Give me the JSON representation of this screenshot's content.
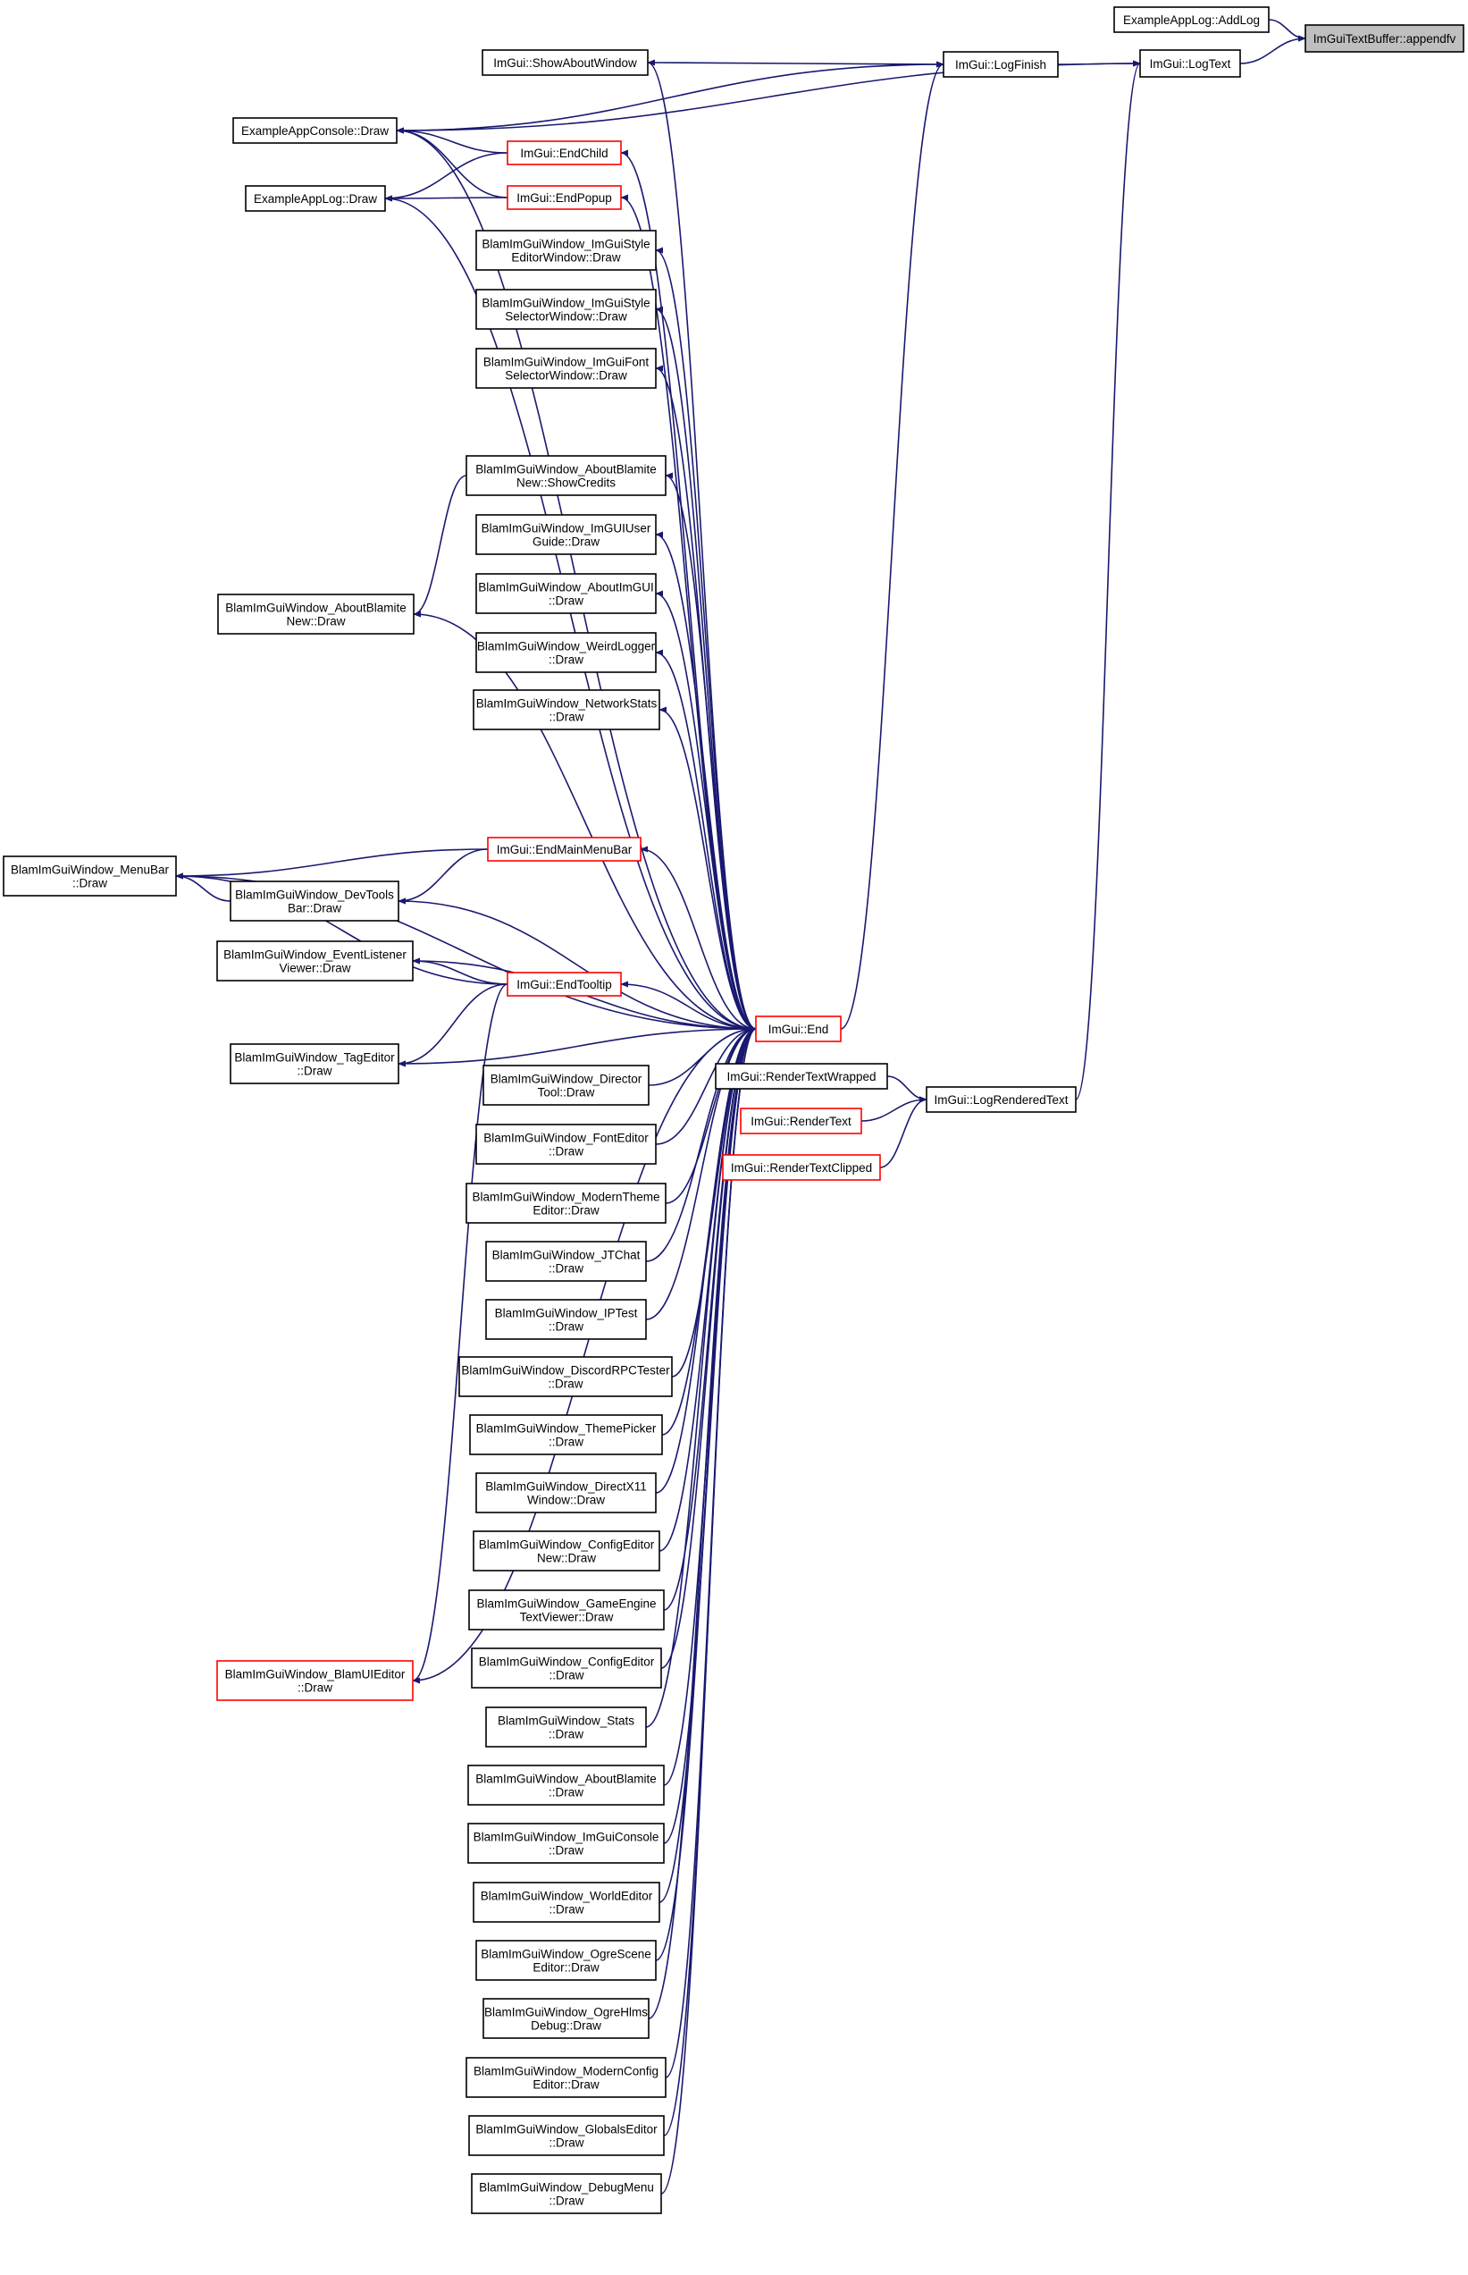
{
  "colors": {
    "edge": "#191970",
    "normal_border": "#000000",
    "truncated_border": "#ff0000",
    "focus_fill": "#bfbfbf",
    "fill": "#ffffff"
  },
  "nodes": [
    {
      "id": "appendfv",
      "lines": [
        "ImGuiTextBuffer::appendfv"
      ],
      "kind": "focus"
    },
    {
      "id": "addlog",
      "lines": [
        "ExampleAppLog::AddLog"
      ],
      "kind": "normal"
    },
    {
      "id": "logtext",
      "lines": [
        "ImGui::LogText"
      ],
      "kind": "normal"
    },
    {
      "id": "logfinish",
      "lines": [
        "ImGui::LogFinish"
      ],
      "kind": "normal"
    },
    {
      "id": "showabout",
      "lines": [
        "ImGui::ShowAboutWindow"
      ],
      "kind": "normal"
    },
    {
      "id": "console",
      "lines": [
        "ExampleAppConsole::Draw"
      ],
      "kind": "normal"
    },
    {
      "id": "applogdraw",
      "lines": [
        "ExampleAppLog::Draw"
      ],
      "kind": "normal"
    },
    {
      "id": "endchild",
      "lines": [
        "ImGui::EndChild"
      ],
      "kind": "truncated"
    },
    {
      "id": "endpopup",
      "lines": [
        "ImGui::EndPopup"
      ],
      "kind": "truncated"
    },
    {
      "id": "styleeditor",
      "lines": [
        "BlamImGuiWindow_ImGuiStyle",
        "EditorWindow::Draw"
      ],
      "kind": "normal"
    },
    {
      "id": "styleselector",
      "lines": [
        "BlamImGuiWindow_ImGuiStyle",
        "SelectorWindow::Draw"
      ],
      "kind": "normal"
    },
    {
      "id": "fontselector",
      "lines": [
        "BlamImGuiWindow_ImGuiFont",
        "SelectorWindow::Draw"
      ],
      "kind": "normal"
    },
    {
      "id": "showcredits",
      "lines": [
        "BlamImGuiWindow_AboutBlamite",
        "New::ShowCredits"
      ],
      "kind": "normal"
    },
    {
      "id": "userguide",
      "lines": [
        "BlamImGuiWindow_ImGUIUser",
        "Guide::Draw"
      ],
      "kind": "normal"
    },
    {
      "id": "aboutimgui",
      "lines": [
        "BlamImGuiWindow_AboutImGUI",
        "::Draw"
      ],
      "kind": "normal"
    },
    {
      "id": "weirdlogger",
      "lines": [
        "BlamImGuiWindow_WeirdLogger",
        "::Draw"
      ],
      "kind": "normal"
    },
    {
      "id": "networkstats",
      "lines": [
        "BlamImGuiWindow_NetworkStats",
        "::Draw"
      ],
      "kind": "normal"
    },
    {
      "id": "aboutnew",
      "lines": [
        "BlamImGuiWindow_AboutBlamite",
        "New::Draw"
      ],
      "kind": "normal"
    },
    {
      "id": "menubar",
      "lines": [
        "BlamImGuiWindow_MenuBar",
        "::Draw"
      ],
      "kind": "normal"
    },
    {
      "id": "endmainmenubar",
      "lines": [
        "ImGui::EndMainMenuBar"
      ],
      "kind": "truncated"
    },
    {
      "id": "devtools",
      "lines": [
        "BlamImGuiWindow_DevTools",
        "Bar::Draw"
      ],
      "kind": "normal"
    },
    {
      "id": "eventlistener",
      "lines": [
        "BlamImGuiWindow_EventListener",
        "Viewer::Draw"
      ],
      "kind": "normal"
    },
    {
      "id": "endtooltip",
      "lines": [
        "ImGui::EndTooltip"
      ],
      "kind": "truncated"
    },
    {
      "id": "tageditor",
      "lines": [
        "BlamImGuiWindow_TagEditor",
        "::Draw"
      ],
      "kind": "normal"
    },
    {
      "id": "end",
      "lines": [
        "ImGui::End"
      ],
      "kind": "truncated"
    },
    {
      "id": "rtwrapped",
      "lines": [
        "ImGui::RenderTextWrapped"
      ],
      "kind": "normal"
    },
    {
      "id": "logrendered",
      "lines": [
        "ImGui::LogRenderedText"
      ],
      "kind": "normal"
    },
    {
      "id": "rendertext",
      "lines": [
        "ImGui::RenderText"
      ],
      "kind": "truncated"
    },
    {
      "id": "rtclipped",
      "lines": [
        "ImGui::RenderTextClipped"
      ],
      "kind": "truncated"
    },
    {
      "id": "director",
      "lines": [
        "BlamImGuiWindow_Director",
        "Tool::Draw"
      ],
      "kind": "normal"
    },
    {
      "id": "fonteditor",
      "lines": [
        "BlamImGuiWindow_FontEditor",
        "::Draw"
      ],
      "kind": "normal"
    },
    {
      "id": "moderntheme",
      "lines": [
        "BlamImGuiWindow_ModernTheme",
        "Editor::Draw"
      ],
      "kind": "normal"
    },
    {
      "id": "jtchat",
      "lines": [
        "BlamImGuiWindow_JTChat",
        "::Draw"
      ],
      "kind": "normal"
    },
    {
      "id": "iptest",
      "lines": [
        "BlamImGuiWindow_IPTest",
        "::Draw"
      ],
      "kind": "normal"
    },
    {
      "id": "discord",
      "lines": [
        "BlamImGuiWindow_DiscordRPCTester",
        "::Draw"
      ],
      "kind": "normal"
    },
    {
      "id": "themepicker",
      "lines": [
        "BlamImGuiWindow_ThemePicker",
        "::Draw"
      ],
      "kind": "normal"
    },
    {
      "id": "directx11",
      "lines": [
        "BlamImGuiWindow_DirectX11",
        "Window::Draw"
      ],
      "kind": "normal"
    },
    {
      "id": "confignew",
      "lines": [
        "BlamImGuiWindow_ConfigEditor",
        "New::Draw"
      ],
      "kind": "normal"
    },
    {
      "id": "gameengine",
      "lines": [
        "BlamImGuiWindow_GameEngine",
        "TextViewer::Draw"
      ],
      "kind": "normal"
    },
    {
      "id": "configeditor",
      "lines": [
        "BlamImGuiWindow_ConfigEditor",
        "::Draw"
      ],
      "kind": "normal"
    },
    {
      "id": "stats",
      "lines": [
        "BlamImGuiWindow_Stats",
        "::Draw"
      ],
      "kind": "normal"
    },
    {
      "id": "aboutblamite",
      "lines": [
        "BlamImGuiWindow_AboutBlamite",
        "::Draw"
      ],
      "kind": "normal"
    },
    {
      "id": "imguiconsole",
      "lines": [
        "BlamImGuiWindow_ImGuiConsole",
        "::Draw"
      ],
      "kind": "normal"
    },
    {
      "id": "worldeditor",
      "lines": [
        "BlamImGuiWindow_WorldEditor",
        "::Draw"
      ],
      "kind": "normal"
    },
    {
      "id": "ogrescene",
      "lines": [
        "BlamImGuiWindow_OgreScene",
        "Editor::Draw"
      ],
      "kind": "normal"
    },
    {
      "id": "ogrehlms",
      "lines": [
        "BlamImGuiWindow_OgreHlms",
        "Debug::Draw"
      ],
      "kind": "normal"
    },
    {
      "id": "modernconfig",
      "lines": [
        "BlamImGuiWindow_ModernConfig",
        "Editor::Draw"
      ],
      "kind": "normal"
    },
    {
      "id": "globals",
      "lines": [
        "BlamImGuiWindow_GlobalsEditor",
        "::Draw"
      ],
      "kind": "normal"
    },
    {
      "id": "debugmenu",
      "lines": [
        "BlamImGuiWindow_DebugMenu",
        "::Draw"
      ],
      "kind": "normal"
    },
    {
      "id": "blamuieditor",
      "lines": [
        "BlamImGuiWindow_BlamUIEditor",
        "::Draw"
      ],
      "kind": "truncated"
    }
  ],
  "edges": [
    [
      "addlog",
      "appendfv"
    ],
    [
      "logtext",
      "appendfv"
    ],
    [
      "logfinish",
      "logtext"
    ],
    [
      "console",
      "logtext"
    ],
    [
      "showabout",
      "logfinish"
    ],
    [
      "console",
      "logfinish"
    ],
    [
      "logrendered",
      "logtext"
    ],
    [
      "end",
      "logfinish"
    ],
    [
      "endchild",
      "console"
    ],
    [
      "endchild",
      "applogdraw"
    ],
    [
      "endpopup",
      "console"
    ],
    [
      "endpopup",
      "applogdraw"
    ],
    [
      "end",
      "showabout"
    ],
    [
      "end",
      "console"
    ],
    [
      "end",
      "endchild"
    ],
    [
      "end",
      "endpopup"
    ],
    [
      "end",
      "applogdraw"
    ],
    [
      "end",
      "styleeditor"
    ],
    [
      "end",
      "styleselector"
    ],
    [
      "end",
      "fontselector"
    ],
    [
      "end",
      "showcredits"
    ],
    [
      "end",
      "userguide"
    ],
    [
      "end",
      "aboutimgui"
    ],
    [
      "end",
      "weirdlogger"
    ],
    [
      "end",
      "networkstats"
    ],
    [
      "end",
      "aboutnew"
    ],
    [
      "end",
      "menubar"
    ],
    [
      "end",
      "endmainmenubar"
    ],
    [
      "end",
      "devtools"
    ],
    [
      "end",
      "eventlistener"
    ],
    [
      "end",
      "endtooltip"
    ],
    [
      "end",
      "tageditor"
    ],
    [
      "showcredits",
      "aboutnew"
    ],
    [
      "endmainmenubar",
      "menubar"
    ],
    [
      "endmainmenubar",
      "devtools"
    ],
    [
      "devtools",
      "menubar"
    ],
    [
      "endtooltip",
      "eventlistener"
    ],
    [
      "endtooltip",
      "menubar"
    ],
    [
      "endtooltip",
      "tageditor"
    ],
    [
      "endtooltip",
      "blamuieditor"
    ],
    [
      "rtwrapped",
      "logrendered"
    ],
    [
      "rendertext",
      "logrendered"
    ],
    [
      "rtclipped",
      "logrendered"
    ],
    [
      "director",
      "end"
    ],
    [
      "fonteditor",
      "end"
    ],
    [
      "moderntheme",
      "end"
    ],
    [
      "jtchat",
      "end"
    ],
    [
      "iptest",
      "end"
    ],
    [
      "discord",
      "end"
    ],
    [
      "themepicker",
      "end"
    ],
    [
      "directx11",
      "end"
    ],
    [
      "confignew",
      "end"
    ],
    [
      "gameengine",
      "end"
    ],
    [
      "configeditor",
      "end"
    ],
    [
      "stats",
      "end"
    ],
    [
      "aboutblamite",
      "end"
    ],
    [
      "imguiconsole",
      "end"
    ],
    [
      "worldeditor",
      "end"
    ],
    [
      "ogrescene",
      "end"
    ],
    [
      "ogrehlms",
      "end"
    ],
    [
      "modernconfig",
      "end"
    ],
    [
      "globals",
      "end"
    ],
    [
      "debugmenu",
      "end"
    ],
    [
      "blamuieditor",
      "end"
    ]
  ]
}
